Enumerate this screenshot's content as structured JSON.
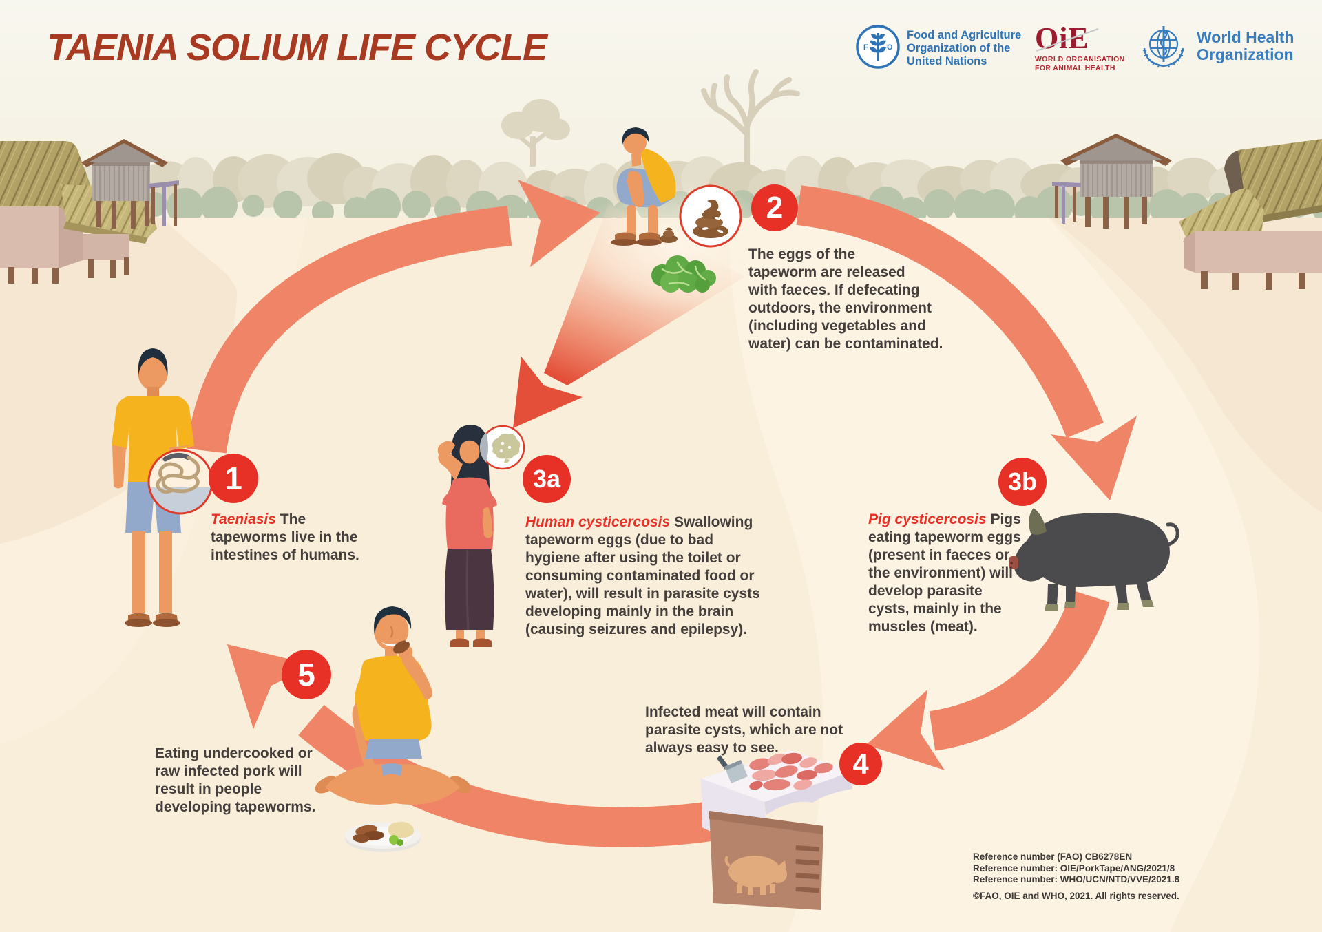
{
  "title": "TAENIA SOLIUM LIFE CYCLE",
  "logos": {
    "fao": {
      "text": "Food and Agriculture\nOrganization of the\nUnited Nations"
    },
    "oie": {
      "wordmark": "OiE",
      "text": "WORLD ORGANISATION\nFOR ANIMAL HEALTH"
    },
    "who": {
      "text": "World Health\nOrganization"
    }
  },
  "stages": [
    {
      "badge": "1",
      "lead": "Taeniasis",
      "text": "The\ntapeworms live in the\nintestines of humans."
    },
    {
      "badge": "2",
      "lead": "",
      "text": "The eggs of the\ntapeworm are released\nwith faeces. If defecating\noutdoors, the environment\n(including vegetables and\nwater) can be contaminated."
    },
    {
      "badge": "3a",
      "lead": "Human cysticercosis",
      "text": "Swallowing\ntapeworm eggs (due to bad\nhygiene after using the toilet or\nconsuming contaminated food or\nwater), will result in parasite cysts\ndeveloping mainly in the brain\n(causing seizures and epilepsy)."
    },
    {
      "badge": "3b",
      "lead": "Pig cysticercosis",
      "text": "Pigs\neating tapeworm eggs\n(present in faeces or\nthe environment) will\ndevelop parasite\ncysts, mainly in the\nmuscles (meat)."
    },
    {
      "badge": "4",
      "lead": "",
      "text": "Infected meat will contain\nparasite cysts, which are not\nalways easy to see."
    },
    {
      "badge": "5",
      "lead": "",
      "text": "Eating undercooked or\nraw infected pork will\nresult in people\ndeveloping tapeworms."
    }
  ],
  "references": {
    "lines": "Reference number (FAO) CB6278EN\nReference number: OIE/PorkTape/ANG/2021/8\nReference number: WHO/UCN/NTD/VVE/2021.8",
    "copyright": "©FAO, OIE and WHO, 2021. All rights reserved."
  },
  "colors": {
    "accent_red": "#e73127",
    "arrow_salmon": "#ef8466",
    "title_red": "#a93a22",
    "text_dark": "#443f3d",
    "fao_blue": "#2e74b5",
    "oie_red": "#9d1b2f",
    "who_blue": "#3a7dbf"
  }
}
